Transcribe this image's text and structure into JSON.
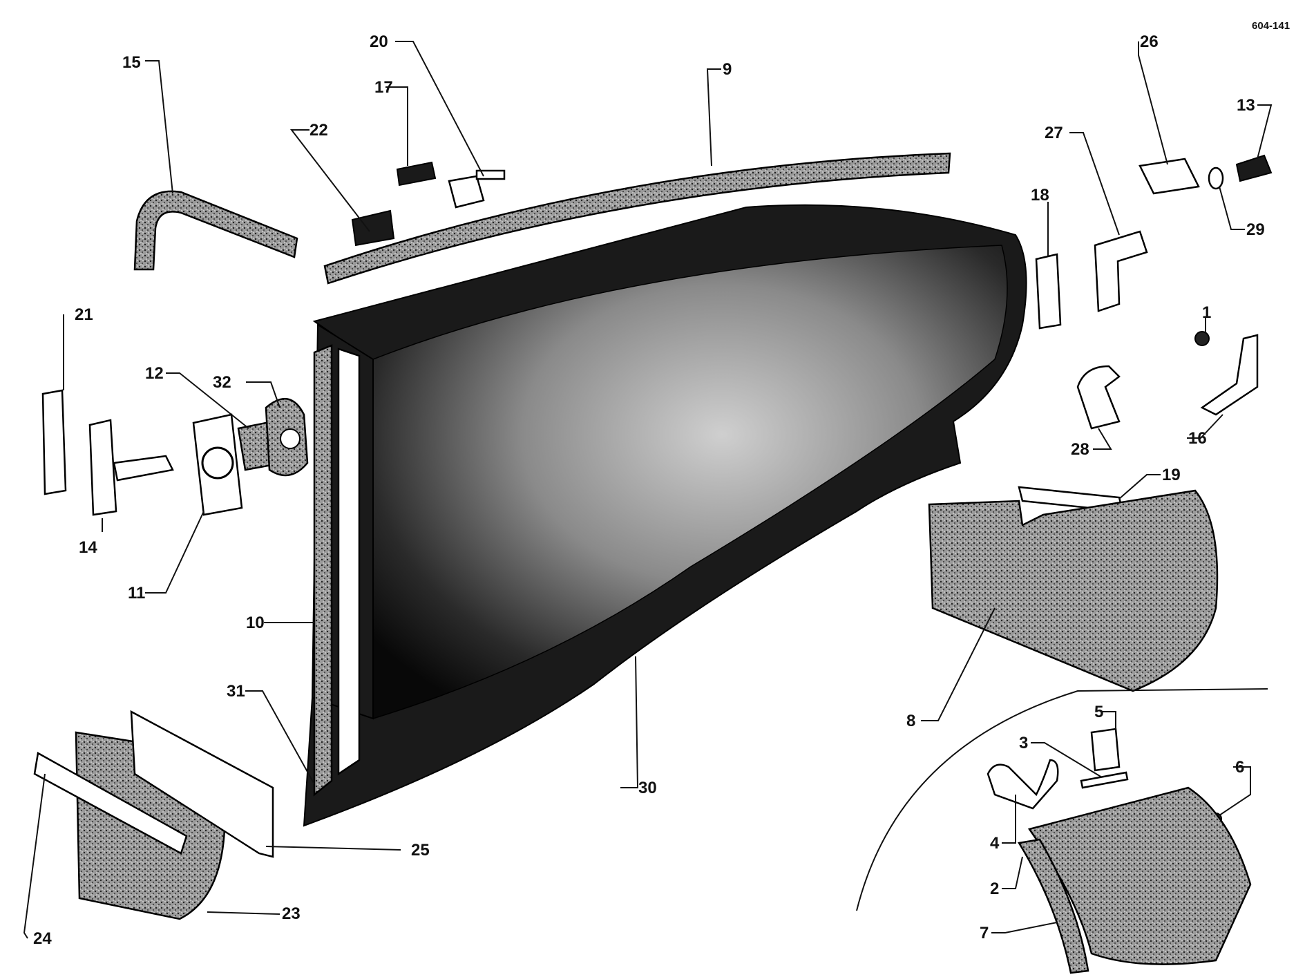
{
  "reference_code": "604-141",
  "callouts": [
    {
      "id": "c15",
      "label": "15"
    },
    {
      "id": "c20",
      "label": "20"
    },
    {
      "id": "c17",
      "label": "17"
    },
    {
      "id": "c22",
      "label": "22"
    },
    {
      "id": "c9",
      "label": "9"
    },
    {
      "id": "c26",
      "label": "26"
    },
    {
      "id": "c13",
      "label": "13"
    },
    {
      "id": "c27",
      "label": "27"
    },
    {
      "id": "c29",
      "label": "29"
    },
    {
      "id": "c18",
      "label": "18"
    },
    {
      "id": "c21",
      "label": "21"
    },
    {
      "id": "c12",
      "label": "12"
    },
    {
      "id": "c32",
      "label": "32"
    },
    {
      "id": "c1",
      "label": "1"
    },
    {
      "id": "c28",
      "label": "28"
    },
    {
      "id": "c16",
      "label": "16"
    },
    {
      "id": "c19",
      "label": "19"
    },
    {
      "id": "c14",
      "label": "14"
    },
    {
      "id": "c11",
      "label": "11"
    },
    {
      "id": "c10",
      "label": "10"
    },
    {
      "id": "c8",
      "label": "8"
    },
    {
      "id": "c31",
      "label": "31"
    },
    {
      "id": "c5",
      "label": "5"
    },
    {
      "id": "c3",
      "label": "3"
    },
    {
      "id": "c6",
      "label": "6"
    },
    {
      "id": "c30",
      "label": "30"
    },
    {
      "id": "c4",
      "label": "4"
    },
    {
      "id": "c25",
      "label": "25"
    },
    {
      "id": "c2",
      "label": "2"
    },
    {
      "id": "c23",
      "label": "23"
    },
    {
      "id": "c7",
      "label": "7"
    },
    {
      "id": "c24",
      "label": "24"
    }
  ]
}
